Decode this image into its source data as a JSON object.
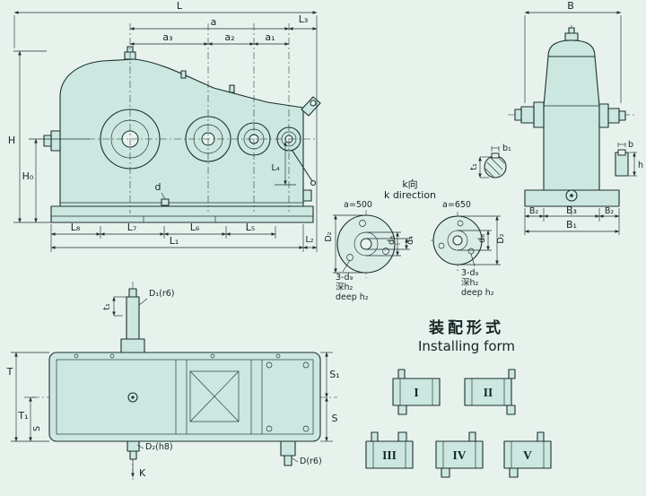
{
  "colors": {
    "background": "#e7f2ec",
    "part_fill": "#cbe7e0",
    "line": "#1d2f2f"
  },
  "side_view": {
    "L": "L",
    "a": "a",
    "a3": "a₃",
    "a2": "a₂",
    "a1": "a₁",
    "L3": "L₃",
    "H": "H",
    "H0": "H₀",
    "L8": "L₈",
    "L7": "L₇",
    "L6": "L₆",
    "L5": "L₅",
    "L1": "L₁",
    "L2": "L₂",
    "L4": "L₄",
    "d": "d"
  },
  "end_view": {
    "B": "B",
    "b1": "b₁",
    "t1": "t₁",
    "b": "b",
    "h": "h",
    "B2": "B₂",
    "B3": "B₃",
    "B1": "B₁"
  },
  "k_view": {
    "k_cn": "k向",
    "k_en": "k direction",
    "a500": "a=500",
    "a650": "a=650",
    "D2": "D₂",
    "d8": "d₈",
    "d4": "d₄",
    "holes": "3-d₉",
    "depth_cn": "深h₂",
    "depth_en": "deep h₂"
  },
  "top_view": {
    "D1": "D₁(r6)",
    "t1": "t₁",
    "T": "T",
    "T1": "T₁",
    "S1": "S₁",
    "S": "S",
    "D2": "D₂(h8)",
    "D": "D(r6)",
    "K": "K"
  },
  "installing": {
    "title_cn": "装配形式",
    "title_en": "Installing form",
    "forms": [
      "I",
      "II",
      "III",
      "IV",
      "V"
    ]
  }
}
